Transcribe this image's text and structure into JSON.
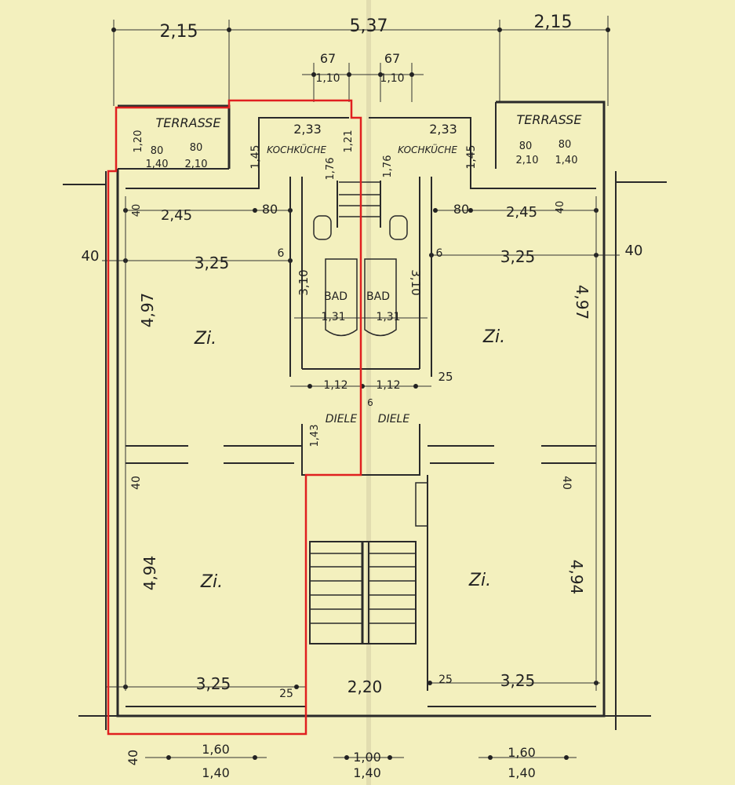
{
  "colors": {
    "paper": "#f3f0be",
    "ink": "#2a2a2a",
    "unit_outline": "#e02020"
  },
  "dimensions": {
    "top_left": "2,15",
    "top_middle": "5,37",
    "top_right": "2,15",
    "shaft_left_upper": "67",
    "shaft_left_lower": "1,10",
    "shaft_right_upper": "67",
    "shaft_right_lower": "1,10",
    "bottom_left_upper": "1,60",
    "bottom_left_lower": "1,40",
    "bottom_mid_upper": "1,00",
    "bottom_mid_lower": "1,40",
    "bottom_right_upper": "1,60",
    "bottom_right_lower": "1,40",
    "bottom_left_40": "40",
    "side_left_40": "40",
    "side_right_40": "40"
  },
  "rooms": {
    "terrace_left": {
      "label": "TERRASSE",
      "d1": "1,20",
      "d2": "80",
      "d3": "80",
      "d4": "1,40",
      "d5": "2,10"
    },
    "terrace_right": {
      "label": "TERRASSE",
      "d1": "80",
      "d2": "80",
      "d3": "2,10",
      "d4": "1,40"
    },
    "kitchen_left": {
      "label": "KOCHKÜCHE",
      "w": "2,33",
      "h": "1,45",
      "h2": "1,21",
      "h3": "1,76"
    },
    "kitchen_right": {
      "label": "KOCHKÜCHE",
      "w": "2,33",
      "h": "1,45",
      "h3": "1,76"
    },
    "strip_left": {
      "d1": "2,45",
      "d2": "80",
      "d3": "40"
    },
    "strip_right": {
      "d1": "2,45",
      "d2": "80",
      "d3": "40"
    },
    "room_tl": {
      "label": "Zi.",
      "w": "3,25",
      "h": "4,97"
    },
    "room_tr": {
      "label": "Zi.",
      "w": "3,25",
      "h": "4,97"
    },
    "room_bl": {
      "label": "Zi.",
      "w": "3,25",
      "h": "4,94",
      "d": "40",
      "d2": "25"
    },
    "room_br": {
      "label": "Zi.",
      "w": "3,25",
      "h": "4,94",
      "d": "40",
      "d2": "25"
    },
    "bath_left": {
      "label": "BAD",
      "w": "1,31",
      "h": "3,10",
      "d": "6"
    },
    "bath_right": {
      "label": "BAD",
      "w": "1,31",
      "h": "3,10",
      "d": "6"
    },
    "hall_left": {
      "label": "DIELE",
      "w": "1,12",
      "h": "1,43"
    },
    "hall_right": {
      "label": "DIELE",
      "w": "1,12",
      "d": "25",
      "d2": "6"
    },
    "stair": {
      "w": "2,20"
    }
  }
}
